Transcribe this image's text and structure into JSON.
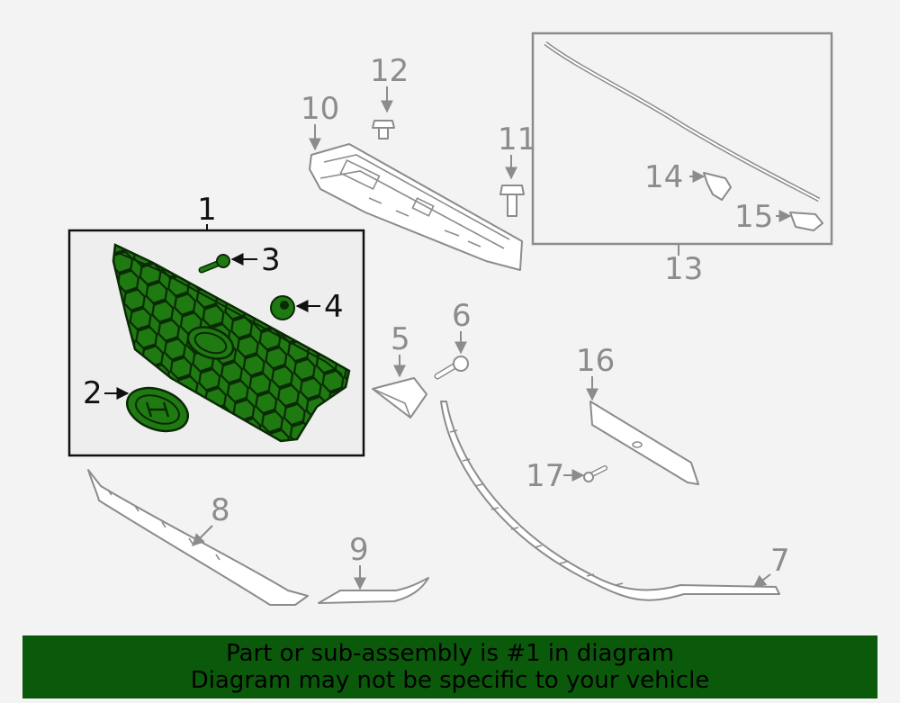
{
  "colors": {
    "background": "#f3f3f3",
    "highlight_part": "#1f7a12",
    "banner": "#0b5a0b",
    "callout_gray": "#8c8c8c",
    "callout_black": "#111111",
    "highlight_box": "#eeeeee"
  },
  "highlighted_group": {
    "label": "1",
    "parts": [
      {
        "id": "2",
        "label": "2",
        "name": "emblem"
      },
      {
        "id": "3",
        "label": "3",
        "name": "screw"
      },
      {
        "id": "4",
        "label": "4",
        "name": "nut"
      }
    ]
  },
  "callouts": {
    "c5": "5",
    "c6": "6",
    "c7": "7",
    "c8": "8",
    "c9": "9",
    "c10": "10",
    "c11": "11",
    "c12": "12",
    "c13": "13",
    "c14": "14",
    "c15": "15",
    "c16": "16",
    "c17": "17"
  },
  "banner": {
    "line1": "Part or sub-assembly is #1 in diagram",
    "line2": "Diagram may not be specific to your vehicle"
  }
}
